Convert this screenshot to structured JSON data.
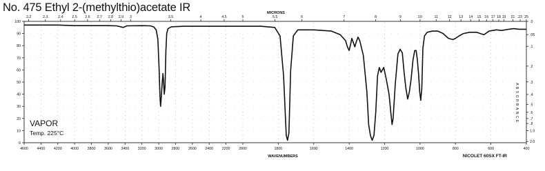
{
  "title": "No. 475 Ethyl 2-(methylthio)acetate IR",
  "chart_data": {
    "type": "line",
    "top_axis_label": "MICRONS",
    "bottom_axis_label": "WAVENUMBERS",
    "right_axis_label": "ABSORBANCE",
    "sample_state": "VAPOR",
    "temperature_note": "Temp. 225°C",
    "instrument": "NICOLET 60SX FT-IR",
    "x_high_range": [
      4600,
      2000
    ],
    "x_low_range": [
      2000,
      400
    ],
    "xlim": [
      4600,
      400
    ],
    "ylim": [
      0,
      100
    ],
    "y_ticks": [
      0,
      10,
      20,
      30,
      40,
      50,
      60,
      70,
      80,
      90,
      100
    ],
    "y_tick_labels": [
      "0",
      "10",
      "20",
      "30",
      "40",
      "50",
      "60",
      "70",
      "80",
      "90",
      "100"
    ],
    "absorbance_ticks": [
      {
        "abs": 0.0,
        "label": ".0"
      },
      {
        "abs": 0.05,
        "label": ".05"
      },
      {
        "abs": 0.1,
        "label": ".1"
      },
      {
        "abs": 0.2,
        "label": ".2"
      },
      {
        "abs": 0.3,
        "label": ".3"
      },
      {
        "abs": 0.4,
        "label": ".4"
      },
      {
        "abs": 0.5,
        "label": ".5"
      },
      {
        "abs": 0.6,
        "label": ".6"
      },
      {
        "abs": 0.7,
        "label": ".7"
      },
      {
        "abs": 0.8,
        "label": ".8"
      },
      {
        "abs": 1.0,
        "label": "1.0"
      },
      {
        "abs": 2.0,
        "label": "2.0"
      }
    ],
    "x_ticks": [
      {
        "v": 4600,
        "label": "4600"
      },
      {
        "v": 4400,
        "label": "4400"
      },
      {
        "v": 4200,
        "label": "4200"
      },
      {
        "v": 4000,
        "label": "4000"
      },
      {
        "v": 3800,
        "label": "3800"
      },
      {
        "v": 3600,
        "label": "3600"
      },
      {
        "v": 3400,
        "label": "3400"
      },
      {
        "v": 3200,
        "label": "3200"
      },
      {
        "v": 3000,
        "label": "3000"
      },
      {
        "v": 2800,
        "label": "2800"
      },
      {
        "v": 2600,
        "label": "2600"
      },
      {
        "v": 2400,
        "label": "2400"
      },
      {
        "v": 2200,
        "label": "2200"
      },
      {
        "v": 2000,
        "label": "2000"
      },
      {
        "v": 1800,
        "label": "1800"
      },
      {
        "v": 1600,
        "label": "1600"
      },
      {
        "v": 1400,
        "label": "1400"
      },
      {
        "v": 1200,
        "label": "1200"
      },
      {
        "v": 1000,
        "label": "1000"
      },
      {
        "v": 800,
        "label": "800"
      },
      {
        "v": 600,
        "label": "600"
      },
      {
        "v": 400,
        "label": "400"
      }
    ],
    "micron_ticks": [
      {
        "um": 2.2,
        "label": "2.2"
      },
      {
        "um": 2.3,
        "label": "2.3"
      },
      {
        "um": 2.4,
        "label": "2.4"
      },
      {
        "um": 2.5,
        "label": "2.5"
      },
      {
        "um": 2.6,
        "label": "2.6"
      },
      {
        "um": 2.7,
        "label": "2.7"
      },
      {
        "um": 2.8,
        "label": "2.8"
      },
      {
        "um": 2.9,
        "label": "2.9"
      },
      {
        "um": 3.0,
        "label": "3"
      },
      {
        "um": 3.5,
        "label": "3.5"
      },
      {
        "um": 4.0,
        "label": "4"
      },
      {
        "um": 4.5,
        "label": "4.5"
      },
      {
        "um": 5.0,
        "label": "5"
      },
      {
        "um": 5.5,
        "label": "5.5"
      },
      {
        "um": 6.0,
        "label": "6"
      },
      {
        "um": 7.0,
        "label": "7"
      },
      {
        "um": 8.0,
        "label": "8"
      },
      {
        "um": 9.0,
        "label": "9"
      },
      {
        "um": 10.0,
        "label": "10"
      },
      {
        "um": 11.0,
        "label": "11"
      },
      {
        "um": 12.0,
        "label": "12"
      },
      {
        "um": 13.0,
        "label": "13"
      },
      {
        "um": 14.0,
        "label": "14"
      },
      {
        "um": 15.0,
        "label": "15"
      },
      {
        "um": 16.0,
        "label": "16"
      },
      {
        "um": 17.0,
        "label": "17"
      },
      {
        "um": 18.0,
        "label": "18"
      },
      {
        "um": 19.0,
        "label": "19"
      },
      {
        "um": 21.0,
        "label": "21"
      },
      {
        "um": 23.0,
        "label": "23"
      },
      {
        "um": 25.0,
        "label": "25"
      }
    ],
    "series": [
      {
        "points": [
          [
            4600,
            97
          ],
          [
            4400,
            97
          ],
          [
            4200,
            97
          ],
          [
            4000,
            96.5
          ],
          [
            3800,
            96.5
          ],
          [
            3600,
            96.5
          ],
          [
            3500,
            96.3
          ],
          [
            3420,
            95
          ],
          [
            3380,
            96.3
          ],
          [
            3200,
            96.5
          ],
          [
            3100,
            96.3
          ],
          [
            3060,
            95.5
          ],
          [
            3030,
            93
          ],
          [
            3010,
            85
          ],
          [
            2995,
            60
          ],
          [
            2985,
            38
          ],
          [
            2978,
            30
          ],
          [
            2970,
            37
          ],
          [
            2960,
            48
          ],
          [
            2950,
            57
          ],
          [
            2942,
            50
          ],
          [
            2934,
            40
          ],
          [
            2925,
            46
          ],
          [
            2915,
            75
          ],
          [
            2905,
            90
          ],
          [
            2890,
            94
          ],
          [
            2850,
            95.5
          ],
          [
            2700,
            96
          ],
          [
            2400,
            96
          ],
          [
            2200,
            96
          ],
          [
            2000,
            96
          ],
          [
            1900,
            96
          ],
          [
            1820,
            95
          ],
          [
            1790,
            88
          ],
          [
            1770,
            55
          ],
          [
            1755,
            6
          ],
          [
            1748,
            2
          ],
          [
            1740,
            8
          ],
          [
            1730,
            60
          ],
          [
            1715,
            88
          ],
          [
            1690,
            93
          ],
          [
            1600,
            93
          ],
          [
            1500,
            92
          ],
          [
            1450,
            89
          ],
          [
            1420,
            84
          ],
          [
            1410,
            79
          ],
          [
            1400,
            76
          ],
          [
            1392,
            81
          ],
          [
            1385,
            86
          ],
          [
            1375,
            82
          ],
          [
            1368,
            79
          ],
          [
            1360,
            83
          ],
          [
            1350,
            87
          ],
          [
            1340,
            84
          ],
          [
            1320,
            72
          ],
          [
            1300,
            42
          ],
          [
            1290,
            15
          ],
          [
            1280,
            6
          ],
          [
            1270,
            2
          ],
          [
            1260,
            6
          ],
          [
            1250,
            25
          ],
          [
            1240,
            55
          ],
          [
            1230,
            62
          ],
          [
            1220,
            58
          ],
          [
            1205,
            62
          ],
          [
            1190,
            52
          ],
          [
            1175,
            40
          ],
          [
            1165,
            25
          ],
          [
            1158,
            15
          ],
          [
            1152,
            20
          ],
          [
            1140,
            48
          ],
          [
            1125,
            73
          ],
          [
            1112,
            77
          ],
          [
            1100,
            74
          ],
          [
            1090,
            58
          ],
          [
            1080,
            45
          ],
          [
            1070,
            36
          ],
          [
            1060,
            42
          ],
          [
            1050,
            53
          ],
          [
            1040,
            68
          ],
          [
            1030,
            76
          ],
          [
            1022,
            76
          ],
          [
            1015,
            68
          ],
          [
            1008,
            56
          ],
          [
            1002,
            42
          ],
          [
            996,
            35
          ],
          [
            990,
            45
          ],
          [
            984,
            78
          ],
          [
            975,
            88
          ],
          [
            960,
            91
          ],
          [
            930,
            92
          ],
          [
            900,
            92
          ],
          [
            870,
            90
          ],
          [
            840,
            86
          ],
          [
            815,
            85
          ],
          [
            800,
            86
          ],
          [
            780,
            88
          ],
          [
            755,
            90
          ],
          [
            720,
            91
          ],
          [
            680,
            91
          ],
          [
            640,
            89
          ],
          [
            610,
            92
          ],
          [
            570,
            93
          ],
          [
            540,
            92.5
          ],
          [
            500,
            93.5
          ],
          [
            470,
            94
          ],
          [
            440,
            93.5
          ],
          [
            400,
            93.5
          ]
        ]
      }
    ]
  }
}
